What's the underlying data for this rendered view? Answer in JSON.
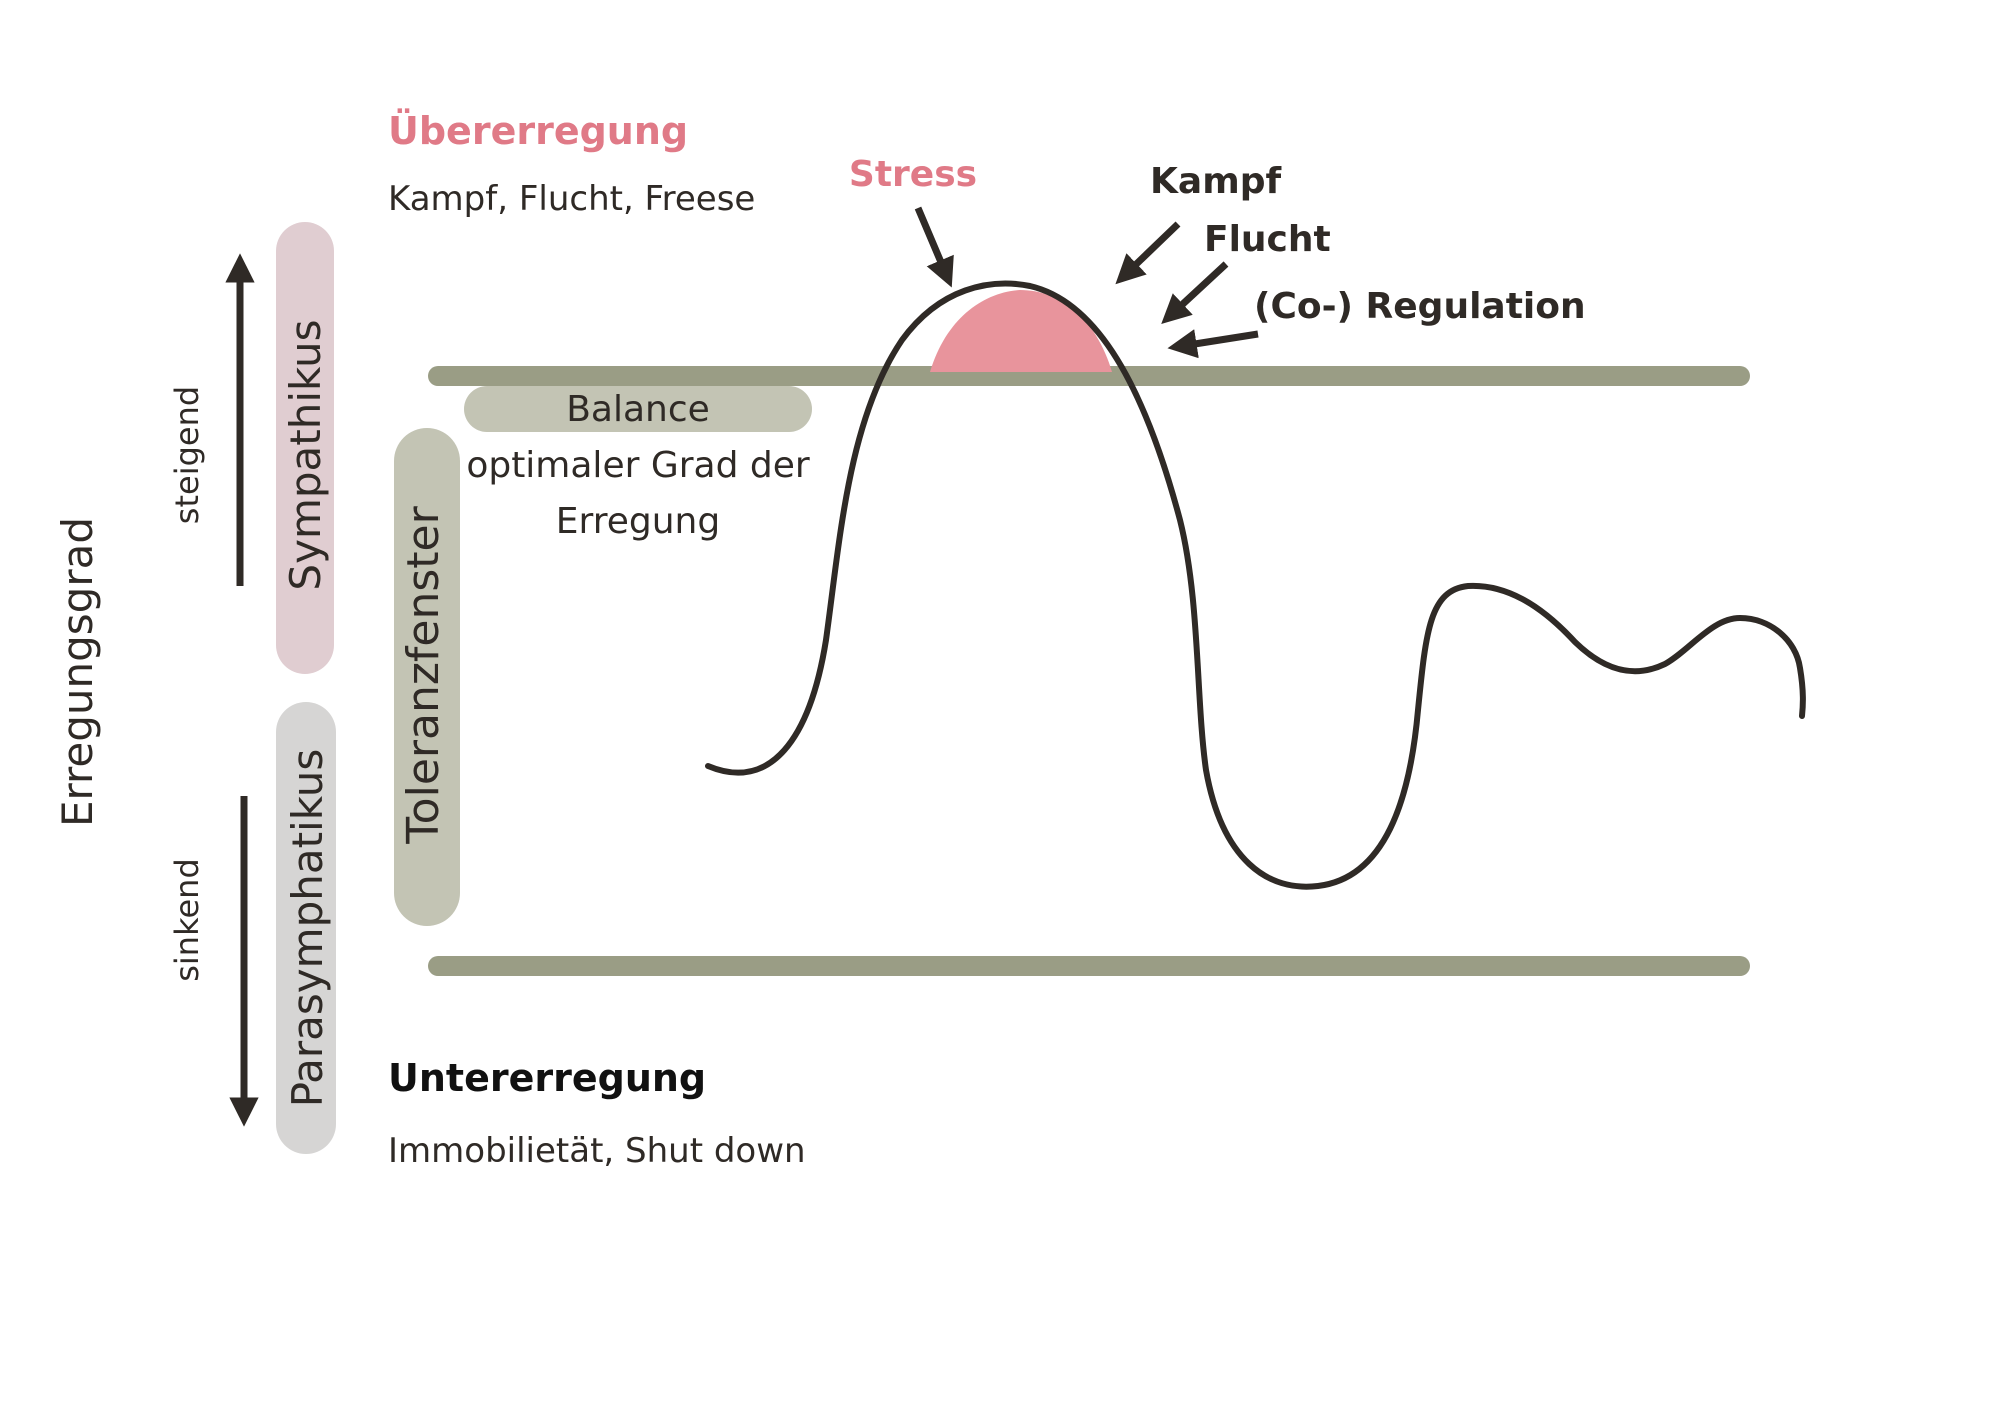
{
  "title_vertical": "Erregungsgrad",
  "direction": {
    "up_label": "steigend",
    "down_label": "sinkend"
  },
  "nervous_system": {
    "upper_label": "Sympathikus",
    "lower_label": "Parasymphatikus"
  },
  "tolerance_window": {
    "label": "Toleranzfenster",
    "balance_label": "Balance",
    "balance_desc_line1": "optimaler Grad der",
    "balance_desc_line2": "Erregung"
  },
  "hyperarousal": {
    "title": "Übererregung",
    "desc": "Kampf, Flucht, Freese"
  },
  "hypoarousal": {
    "title": "Untererregung",
    "desc": "Immobilietät, Shut down"
  },
  "annotations": {
    "stress": "Stress",
    "kampf": "Kampf",
    "flucht": "Flucht",
    "regulation": "(Co-) Regulation"
  },
  "colors": {
    "accent_pink": "#e07a87",
    "stress_fill": "#e8949c",
    "band_line": "#9a9d85",
    "sympathikus_pill": "#e0cdd1",
    "parasympathikus_pill": "#d6d5d4",
    "tolerance_pill": "#c3c4b4",
    "ink": "#2f2a26"
  }
}
